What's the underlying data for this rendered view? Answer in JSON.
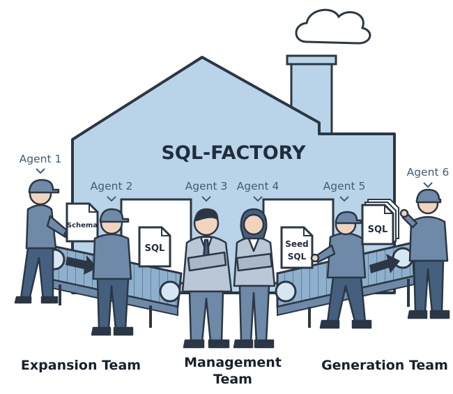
{
  "factory": {
    "title": "SQL-FACTORY"
  },
  "agents": [
    {
      "label": "Agent 1"
    },
    {
      "label": "Agent 2"
    },
    {
      "label": "Agent 3"
    },
    {
      "label": "Agent 4"
    },
    {
      "label": "Agent 5"
    },
    {
      "label": "Agent 6"
    }
  ],
  "documents": {
    "schema": "Schema",
    "sql_left": "SQL",
    "seed_line1": "Seed",
    "seed_line2": "SQL",
    "sql_stack": "SQL"
  },
  "teams": {
    "expansion": "Expansion Team",
    "management_line1": "Management",
    "management_line2": "Team",
    "generation": "Generation Team"
  },
  "colors": {
    "building": "#b9d4e8",
    "outline": "#2b3744",
    "person": "#6e8aa8",
    "person_dark": "#44607e",
    "skin": "#f2d4bd",
    "label": "#3f5b78"
  }
}
